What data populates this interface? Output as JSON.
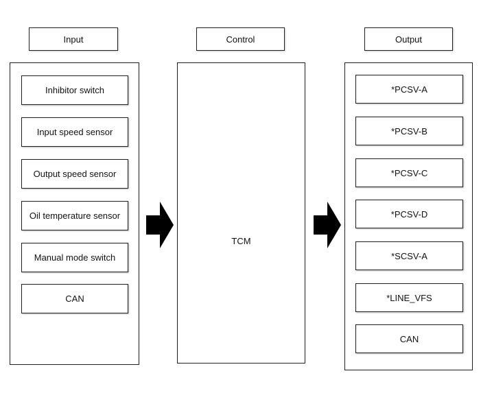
{
  "input": {
    "header": "Input",
    "items": [
      "Inhibitor switch",
      "Input speed sensor",
      "Output speed sensor",
      "Oil temperature sensor",
      "Manual mode switch",
      "CAN"
    ]
  },
  "control": {
    "header": "Control",
    "label": "TCM"
  },
  "output": {
    "header": "Output",
    "items": [
      "*PCSV-A",
      "*PCSV-B",
      "*PCSV-C",
      "*PCSV-D",
      "*SCSV-A",
      "*LINE_VFS",
      "CAN"
    ]
  },
  "colors": {
    "background": "#ffffff",
    "border": "#1f1f1f",
    "arrow": "#000000",
    "text": "#111111"
  }
}
